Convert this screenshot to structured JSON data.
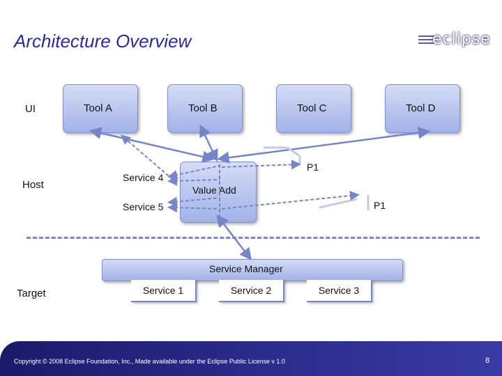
{
  "slide": {
    "title": "Architecture Overview",
    "logo_text": "eclipse",
    "row_labels": {
      "ui": "UI",
      "host": "Host",
      "target": "Target"
    },
    "tools": {
      "a": "Tool A",
      "b": "Tool B",
      "c": "Tool C",
      "d": "Tool D"
    },
    "host": {
      "value_add": "Value Add",
      "service_4": "Service 4",
      "service_5": "Service 5",
      "p1_upper": "P1",
      "p1_lower": "P1"
    },
    "target": {
      "service_manager": "Service Manager",
      "service_1": "Service 1",
      "service_2": "Service 2",
      "service_3": "Service 3"
    },
    "footer": {
      "copyright": "Copyright © 2008 Eclipse Foundation, Inc., Made available under the Eclipse Public License v 1.0",
      "page_number": "8"
    },
    "colors": {
      "title": "#2a2aa0",
      "box_fill": "#b8c4ee",
      "connector": "#7585c8",
      "footer": "#2c2c8c"
    }
  }
}
